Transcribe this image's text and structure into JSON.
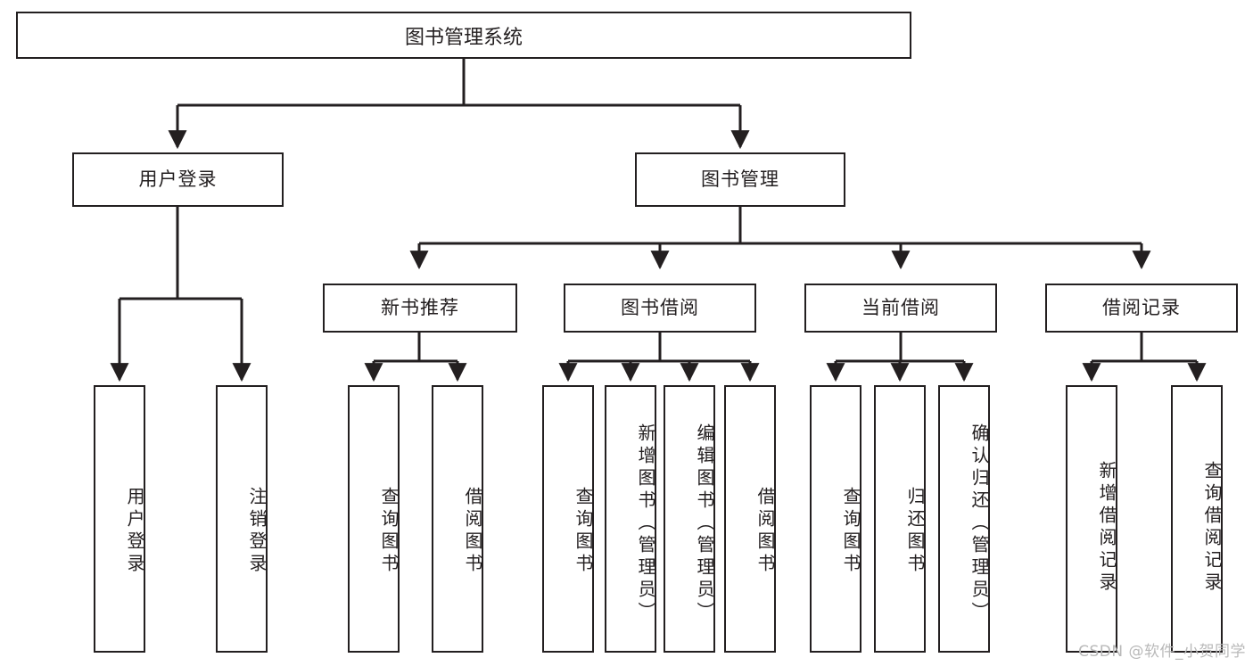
{
  "diagram": {
    "title": "图书管理系统",
    "watermark": "CSDN @软件_小贺同学",
    "line_color": "#231f20",
    "box_fill": "#ffffff",
    "text_color": "#231f20",
    "level2": [
      {
        "label": "用户登录"
      },
      {
        "label": "图书管理"
      }
    ],
    "level3": [
      {
        "label": "新书推荐"
      },
      {
        "label": "图书借阅"
      },
      {
        "label": "当前借阅"
      },
      {
        "label": "借阅记录"
      }
    ],
    "leaves": {
      "user_login": [
        {
          "label": "用户登录"
        },
        {
          "label": "注销登录"
        }
      ],
      "new_book": [
        {
          "label": "查询图书"
        },
        {
          "label": "借阅图书"
        }
      ],
      "book_borrow": [
        {
          "label": "查询图书"
        },
        {
          "label": "新增图书（管理员）"
        },
        {
          "label": "编辑图书（管理员）"
        },
        {
          "label": "借阅图书"
        }
      ],
      "current_borrow": [
        {
          "label": "查询图书"
        },
        {
          "label": "归还图书"
        },
        {
          "label": "确认归还（管理员）"
        }
      ],
      "borrow_record": [
        {
          "label": "新增借阅记录"
        },
        {
          "label": "查询借阅记录"
        }
      ]
    }
  }
}
